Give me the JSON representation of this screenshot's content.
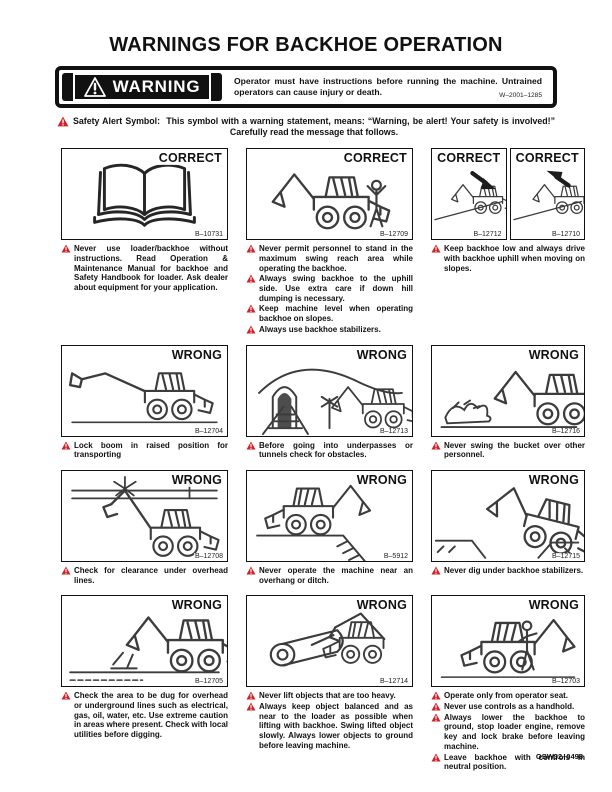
{
  "page": {
    "title": "WARNINGS FOR BACKHOE OPERATION",
    "doc_code": "OSW32–0498"
  },
  "colors": {
    "alert_red": "#cc2229",
    "banner_black": "#111111",
    "ink": "#1a1a1a"
  },
  "warning_banner": {
    "icon": "warning-triangle-icon",
    "label": "WARNING",
    "text": "Operator must have instructions before running the machine. Untrained operators can cause injury or death.",
    "code": "W–2001–1285"
  },
  "safety_alert": {
    "icon": "safety-alert-triangle-icon",
    "prefix": "Safety Alert Symbol:",
    "text": "This symbol with a warning statement, means: “Warning, be alert! Your safety is involved!” Carefully read the message that follows."
  },
  "panels": [
    {
      "images": [
        {
          "label": "CORRECT",
          "figure_id": "B–10731",
          "art": "manual-book"
        }
      ],
      "notes": [
        "Never use loader/backhoe without instructions. Read Operation & Maintenance Manual for backhoe and Safety Handbook for loader. Ask dealer about equipment for your application."
      ]
    },
    {
      "images": [
        {
          "label": "CORRECT",
          "figure_id": "B–12709",
          "art": "backhoe-signal-person"
        }
      ],
      "notes": [
        "Never permit personnel to stand in the maximum swing reach area while operating the backhoe.",
        "Always swing backhoe to the uphill side. Use extra care if down hill dumping is necessary.",
        "Keep machine level when operating backhoe on slopes.",
        "Always use backhoe stabilizers."
      ]
    },
    {
      "images": [
        {
          "label": "CORRECT",
          "figure_id": "B–12712",
          "art": "slope-arrow-down-right"
        },
        {
          "label": "CORRECT",
          "figure_id": "B–12710",
          "art": "slope-arrow-up-left"
        }
      ],
      "notes": [
        "Keep backhoe low and always drive with backhoe uphill when moving on slopes."
      ]
    },
    {
      "images": [
        {
          "label": "WRONG",
          "figure_id": "B–12704",
          "art": "boom-unlocked-transport"
        }
      ],
      "notes": [
        "Lock boom in raised position for transporting"
      ]
    },
    {
      "images": [
        {
          "label": "WRONG",
          "figure_id": "B–12713",
          "art": "tunnel-underpass"
        }
      ],
      "notes": [
        "Before going into underpasses or tunnels check for obstacles."
      ]
    },
    {
      "images": [
        {
          "label": "WRONG",
          "figure_id": "B–12716",
          "art": "swing-bucket-personnel"
        }
      ],
      "notes": [
        "Never swing the bucket over other personnel."
      ]
    },
    {
      "images": [
        {
          "label": "WRONG",
          "figure_id": "B–12708",
          "art": "overhead-lines"
        }
      ],
      "notes": [
        "Check for clearance under overhead lines."
      ]
    },
    {
      "images": [
        {
          "label": "WRONG",
          "figure_id": "B–5912",
          "art": "overhang-ditch"
        }
      ],
      "notes": [
        "Never operate the machine near an overhang or ditch."
      ]
    },
    {
      "images": [
        {
          "label": "WRONG",
          "figure_id": "B–12715",
          "art": "dig-under-stabilizers"
        }
      ],
      "notes": [
        "Never dig under backhoe stabilizers."
      ]
    },
    {
      "images": [
        {
          "label": "WRONG",
          "figure_id": "B–12705",
          "art": "underground-lines-dig"
        }
      ],
      "notes": [
        "Check the area to be dug for overhead or underground lines such as electrical, gas, oil, water, etc. Use extreme caution in areas where present. Check with local utilities before digging."
      ]
    },
    {
      "images": [
        {
          "label": "WRONG",
          "figure_id": "B–12714",
          "art": "lift-heavy-object"
        }
      ],
      "notes": [
        "Never lift objects that are too heavy.",
        "Always keep object balanced and as near to the loader as possible when lifting with backhoe. Swing lifted object slowly. Always lower objects to ground before leaving machine."
      ]
    },
    {
      "images": [
        {
          "label": "WRONG",
          "figure_id": "B–12703",
          "art": "operator-off-seat"
        }
      ],
      "notes": [
        "Operate only from operator seat.",
        "Never use controls as a handhold.",
        "Always lower the backhoe to ground, stop loader engine, remove key and lock brake before leaving machine.",
        "Leave backhoe with controls in neutral position."
      ]
    }
  ]
}
